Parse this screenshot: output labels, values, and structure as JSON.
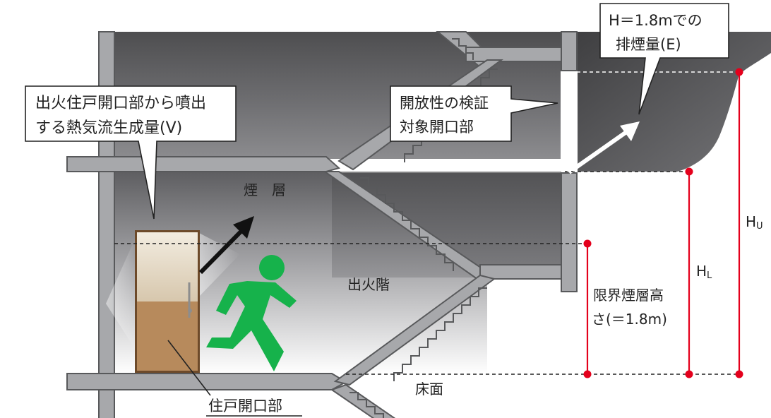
{
  "callouts": {
    "hot_air": {
      "line1": "出火住戸開口部から噴出",
      "line2": "する熱気流生成量(V)"
    },
    "opening": {
      "line1": "開放性の検証",
      "line2": "対象開口部"
    },
    "exhaust": {
      "line1": "H＝1.8mでの",
      "line2": "排煙量(E)"
    },
    "dwelling_opening": "住戸開口部"
  },
  "labels": {
    "smoke_layer": "煙　層",
    "fire_floor": "出火階",
    "floor_surface": "床面",
    "limit_height_line1": "限界煙層高",
    "limit_height_line2": "さ(＝1.8m)",
    "h_lower": {
      "main": "H",
      "sub": "L"
    },
    "h_upper": {
      "main": "H",
      "sub": "U"
    }
  },
  "colors": {
    "wall_fill": "#a7a8ab",
    "wall_edge": "#58595b",
    "smoke_dark": "#4f4f51",
    "door_lower": "#b78a5c",
    "door_upper": "#efe5d4",
    "runner": "#16b24b",
    "dimension_red": "#e4001c"
  },
  "icons": {
    "runner": "running-person-icon",
    "arrow": "arrow-icon"
  }
}
